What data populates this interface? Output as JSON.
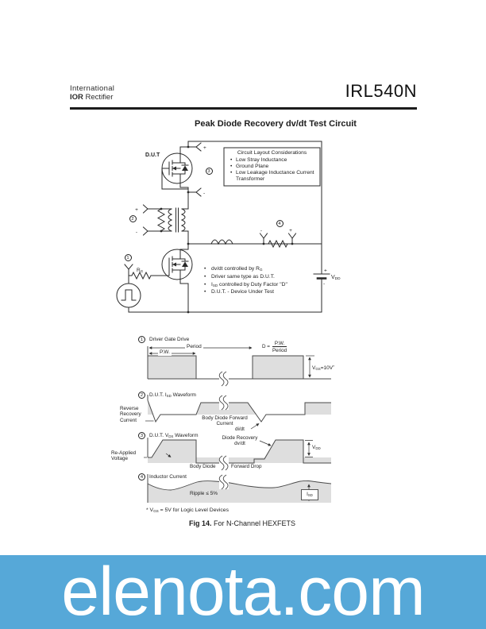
{
  "header": {
    "logo_top": "International",
    "logo_ir": "IOR",
    "logo_rectifier": " Rectifier",
    "part_number": "IRL540N"
  },
  "title": "Peak Diode Recovery dv/dt Test Circuit",
  "circuit": {
    "dut_label": "D.U.T",
    "considerations_title": "Circuit Layout Considerations",
    "considerations": [
      "Low Stray Inductance",
      "Ground Plane",
      "Low Leakage Inductance Current Transformer"
    ],
    "notes": [
      {
        "pre": "dv/dt controlled by R",
        "sub": "G",
        "post": ""
      },
      {
        "pre": "Driver same type as D.U.T.",
        "sub": "",
        "post": ""
      },
      {
        "pre": "I",
        "sub": "SD",
        "post": " controlled by Duty Factor \"D\""
      },
      {
        "pre": "D.U.T. - Device Under Test",
        "sub": "",
        "post": ""
      }
    ],
    "rg": {
      "pre": "R",
      "sub": "G",
      "post": ""
    },
    "vdd": {
      "pre": "V",
      "sub": "DD",
      "post": ""
    },
    "plus": "+",
    "minus": "-",
    "node1": "1",
    "node2": "2",
    "node3": "3",
    "node4": "4"
  },
  "waveforms": {
    "w1": {
      "num": "1",
      "title": "Driver Gate Drive",
      "period": "Period",
      "pw": "P.W.",
      "duty_lhs": "D =",
      "duty_num": "P.W.",
      "duty_den": "Period",
      "vgs": {
        "pre": "V",
        "sub": "GS",
        "post": "=10V"
      },
      "star": "*"
    },
    "w2": {
      "num": "2",
      "title": {
        "pre": "D.U.T. I",
        "sub": "SD",
        "post": " Waveform"
      },
      "reverse": "Reverse Recovery Current",
      "body": "Body Diode Forward Current",
      "didt": "di/dt"
    },
    "w3": {
      "num": "3",
      "title": {
        "pre": "D.U.T. V",
        "sub": "DS",
        "post": " Waveform"
      },
      "reapplied": "Re-Applied Voltage",
      "recovery": "Diode Recovery dv/dt",
      "body_left": "Body Diode",
      "body_right": "Forward Drop",
      "vdd": {
        "pre": "V",
        "sub": "DD",
        "post": ""
      }
    },
    "w4": {
      "num": "4",
      "title": "Inductor Current",
      "ripple": "Ripple ≤ 5%",
      "isd": {
        "pre": "I",
        "sub": "SD",
        "post": ""
      }
    }
  },
  "footnote": {
    "pre": "* V",
    "sub": "GS",
    "post": " = 5V for Logic Level Devices"
  },
  "caption": {
    "fig": "Fig 14.",
    "text": " For N-Channel HEXFETS"
  },
  "banner": {
    "text": "elenota.com",
    "bg": "#56a8d8"
  }
}
